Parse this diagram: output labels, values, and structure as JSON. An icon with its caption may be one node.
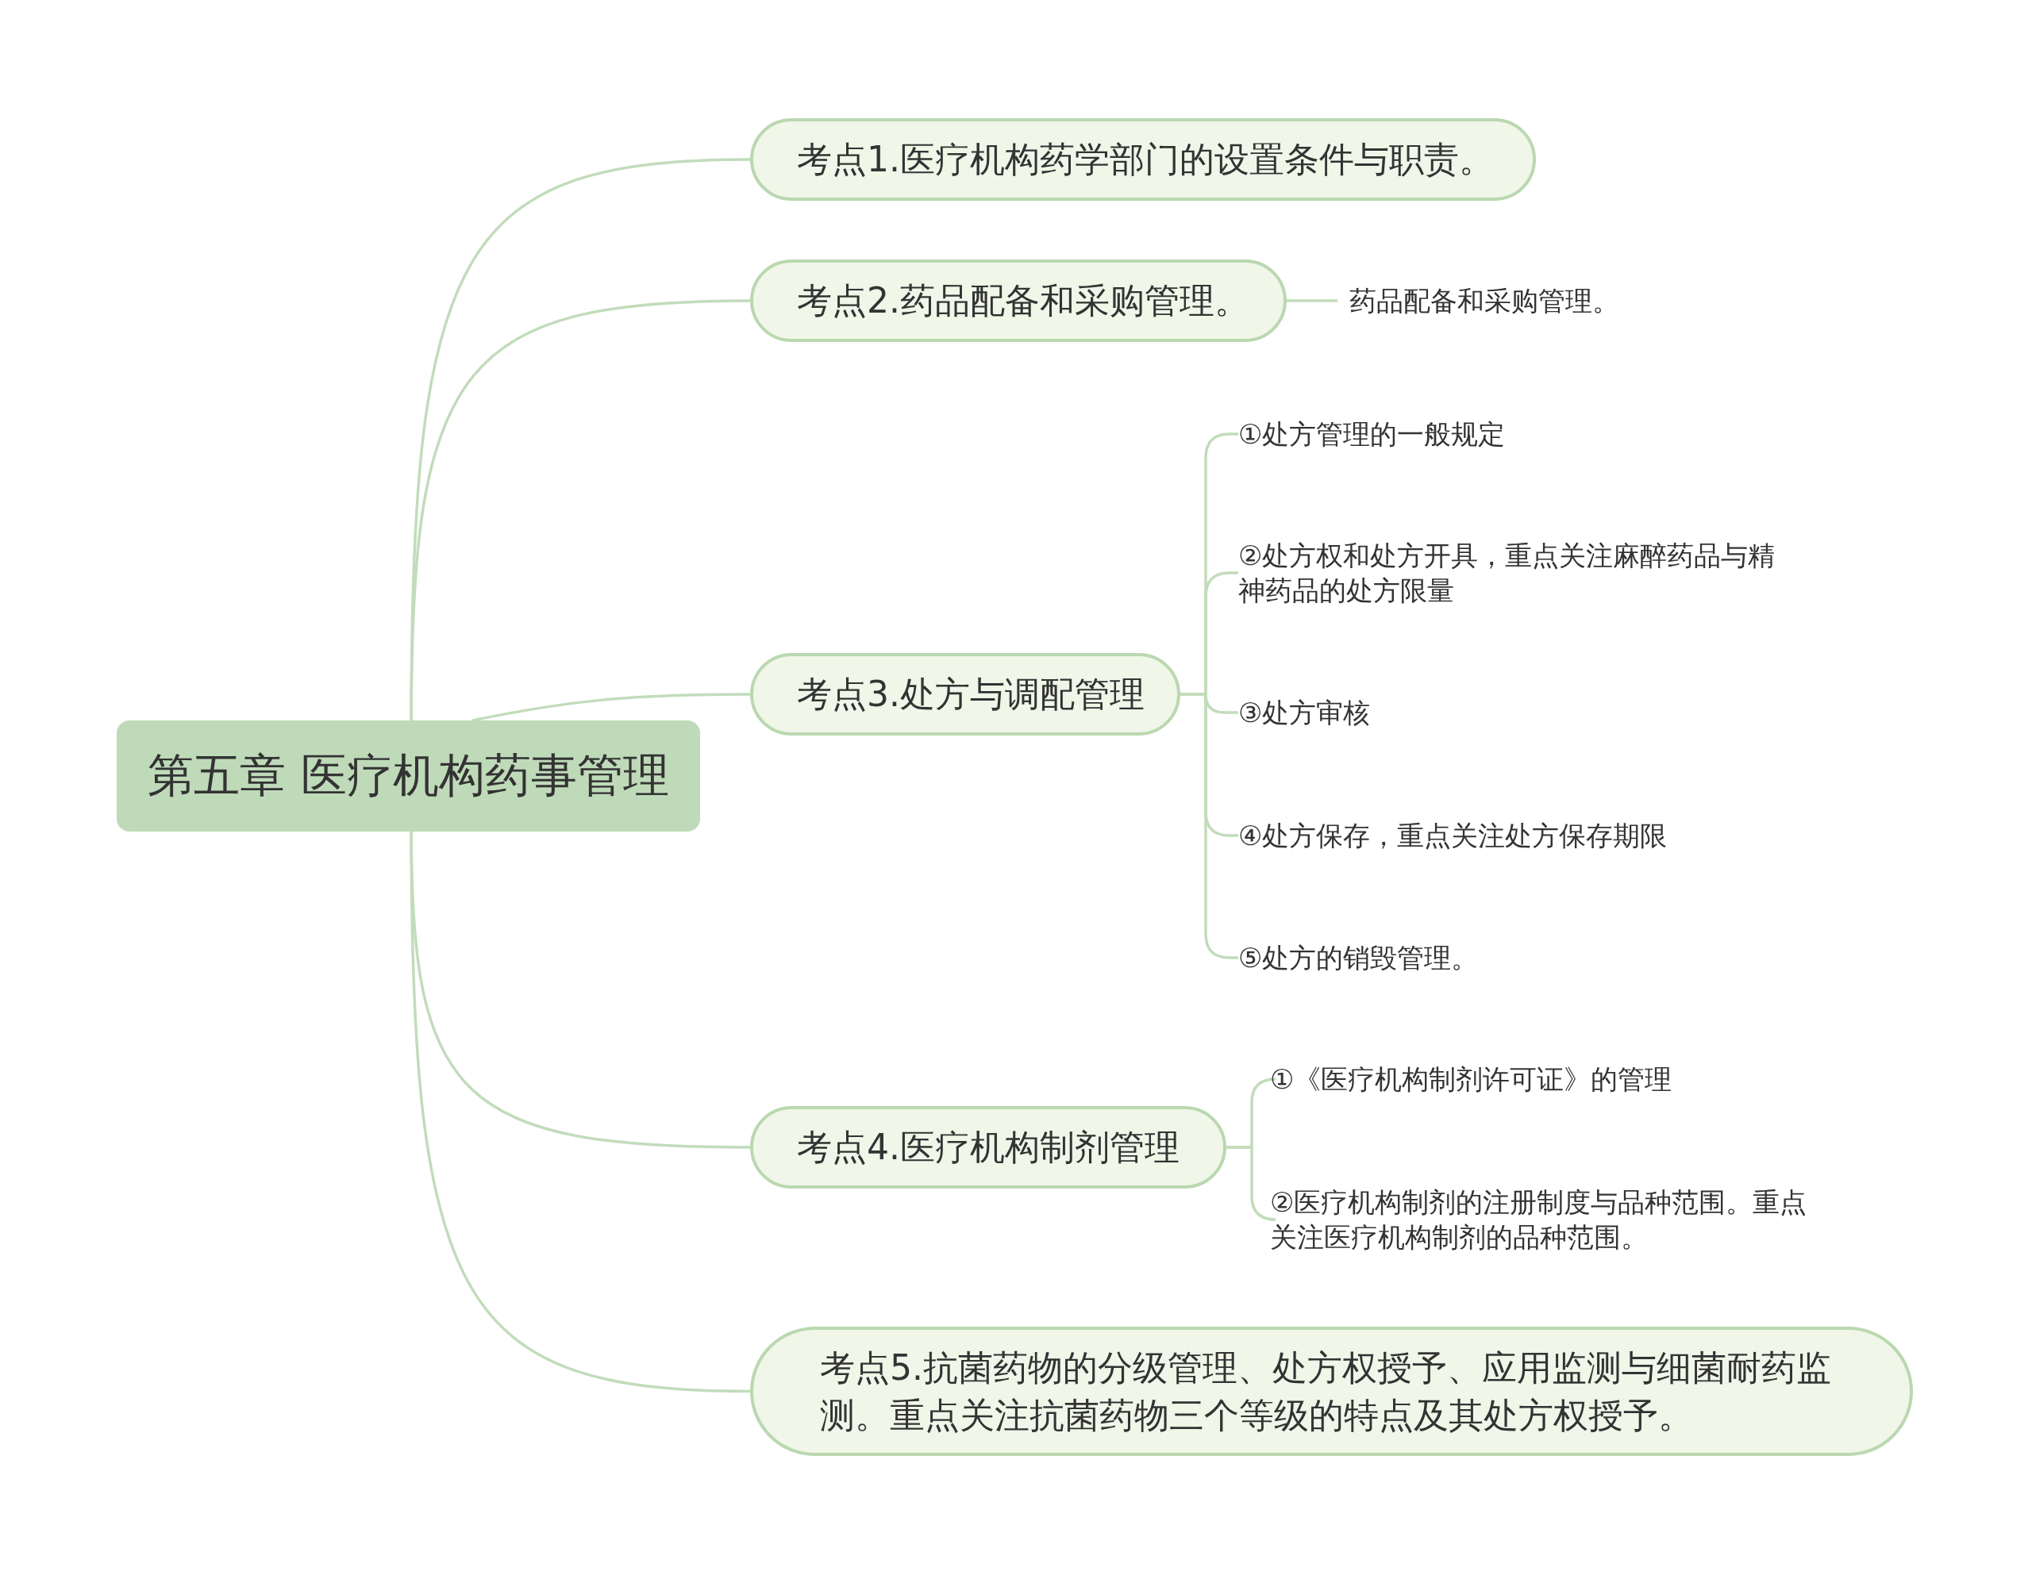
{
  "diagram": {
    "nodes": [
      {
        "text": [
          "第五章 医疗机构药事管理"
        ]
      },
      {
        "text": [
          "考点1.医疗机构药学部门的设置条件与职责。"
        ]
      },
      {
        "text": [
          "考点2.药品配备和采购管理。"
        ]
      },
      {
        "text": [
          "药品配备和采购管理。"
        ]
      },
      {
        "text": [
          "考点3.处方与调配管理"
        ]
      },
      {
        "text": [
          "①处方管理的一般规定"
        ]
      },
      {
        "text": [
          "②处方权和处方开具，重点关注麻醉药品与精神药品的处方限量"
        ]
      },
      {
        "text": [
          "③处方审核"
        ]
      },
      {
        "text": [
          "④处方保存，重点关注处方保存期限"
        ]
      },
      {
        "text": [
          "⑤处方的销毁管理。"
        ]
      },
      {
        "text": [
          "考点4.医疗机构制剂管理"
        ]
      },
      {
        "text": [
          "①《医疗机构制剂许可证》的管理"
        ]
      },
      {
        "text": [
          "②医疗机构制剂的注册制度与品种范围。重点关注医疗机构制剂的品种范围。"
        ]
      },
      {
        "text": [
          "考点5.抗菌药物的分级管理、处方权授予、应用监测与细菌耐药监测。重点关注抗菌药物三个等级的特点及其处方权授予。"
        ]
      }
    ],
    "edges": [
      {
        "from": 0,
        "to": 1,
        "arrow": "none"
      },
      {
        "from": 0,
        "to": 2,
        "arrow": "none"
      },
      {
        "from": 2,
        "to": 3,
        "arrow": "none"
      },
      {
        "from": 0,
        "to": 4,
        "arrow": "none"
      },
      {
        "from": 4,
        "to": 5,
        "arrow": "none"
      },
      {
        "from": 4,
        "to": 6,
        "arrow": "none"
      },
      {
        "from": 4,
        "to": 7,
        "arrow": "none"
      },
      {
        "from": 4,
        "to": 8,
        "arrow": "none"
      },
      {
        "from": 4,
        "to": 9,
        "arrow": "none"
      },
      {
        "from": 0,
        "to": 10,
        "arrow": "none"
      },
      {
        "from": 10,
        "to": 11,
        "arrow": "none"
      },
      {
        "from": 10,
        "to": 12,
        "arrow": "none"
      },
      {
        "from": 0,
        "to": 13,
        "arrow": "none"
      }
    ]
  }
}
